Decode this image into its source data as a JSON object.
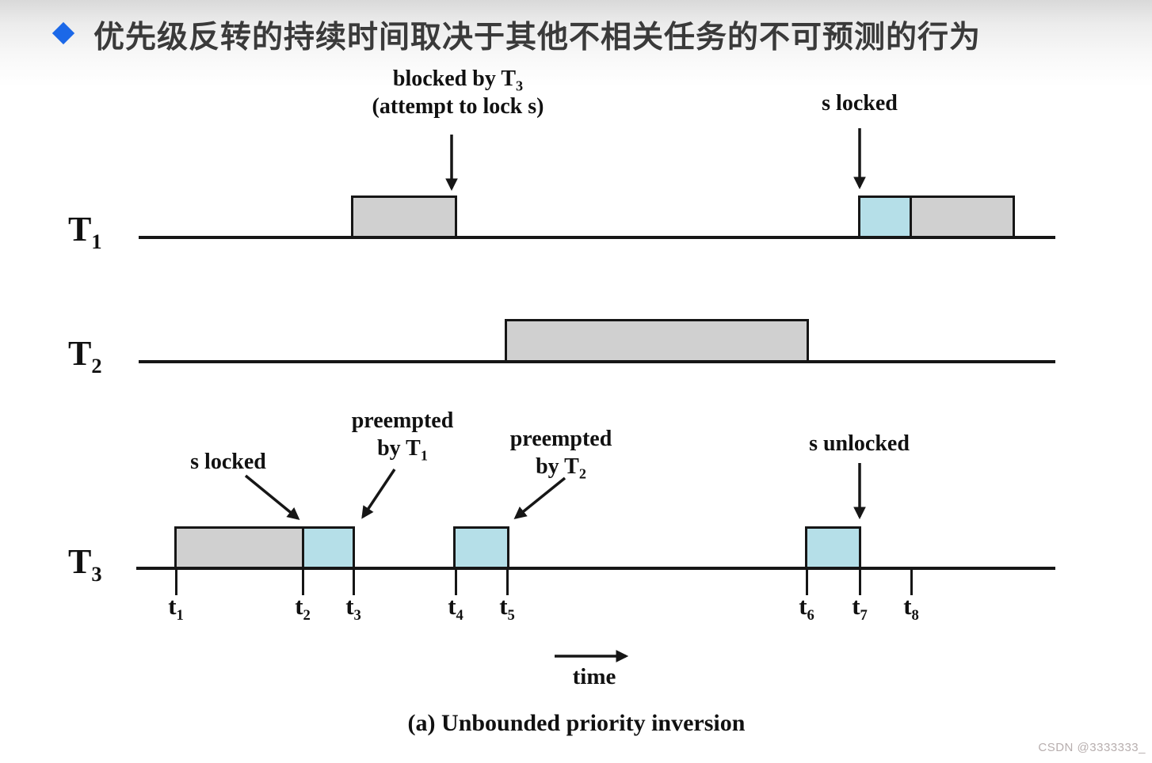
{
  "slide": {
    "title": "优先级反转的持续时间取决于其他不相关任务的不可预测的行为"
  },
  "diagram": {
    "tasks": [
      {
        "base": "T",
        "sub": "1"
      },
      {
        "base": "T",
        "sub": "2"
      },
      {
        "base": "T",
        "sub": "3"
      }
    ],
    "ticks": [
      {
        "base": "t",
        "sub": "1"
      },
      {
        "base": "t",
        "sub": "2"
      },
      {
        "base": "t",
        "sub": "3"
      },
      {
        "base": "t",
        "sub": "4"
      },
      {
        "base": "t",
        "sub": "5"
      },
      {
        "base": "t",
        "sub": "6"
      },
      {
        "base": "t",
        "sub": "7"
      },
      {
        "base": "t",
        "sub": "8"
      }
    ],
    "annotations": {
      "blocked": {
        "line1_pre": "blocked by T",
        "line1_sub": "3",
        "line2": "(attempt to lock s)"
      },
      "s_locked_t1": "s locked",
      "s_locked_t3": "s locked",
      "preempted_by_t1": {
        "line1": "preempted",
        "line2_pre": "by T",
        "line2_sub": "1"
      },
      "preempted_by_t2": {
        "line1": "preempted",
        "line2_pre": "by T",
        "line2_sub": "2"
      },
      "s_unlocked": "s unlocked"
    },
    "time_label": "time",
    "caption": "(a) Unbounded priority inversion",
    "colors": {
      "executing_gray": "#d0d0d0",
      "critical_section_blue": "#b5dfe8",
      "line_black": "#161616",
      "bullet_blue": "#1b68e8"
    },
    "segments": [
      {
        "task": "T1",
        "from": "t3",
        "to": "t4",
        "kind": "executing"
      },
      {
        "task": "T1",
        "from": "t7",
        "to": "t8",
        "kind": "critical-section"
      },
      {
        "task": "T1",
        "from": "t8",
        "to": "end",
        "kind": "executing"
      },
      {
        "task": "T2",
        "from": "t5",
        "to": "t6",
        "kind": "executing"
      },
      {
        "task": "T3",
        "from": "t1",
        "to": "t2",
        "kind": "executing"
      },
      {
        "task": "T3",
        "from": "t2",
        "to": "t3",
        "kind": "critical-section"
      },
      {
        "task": "T3",
        "from": "t4",
        "to": "t5",
        "kind": "critical-section"
      },
      {
        "task": "T3",
        "from": "t6",
        "to": "t7",
        "kind": "critical-section"
      }
    ]
  },
  "watermark": "CSDN @3333333_"
}
